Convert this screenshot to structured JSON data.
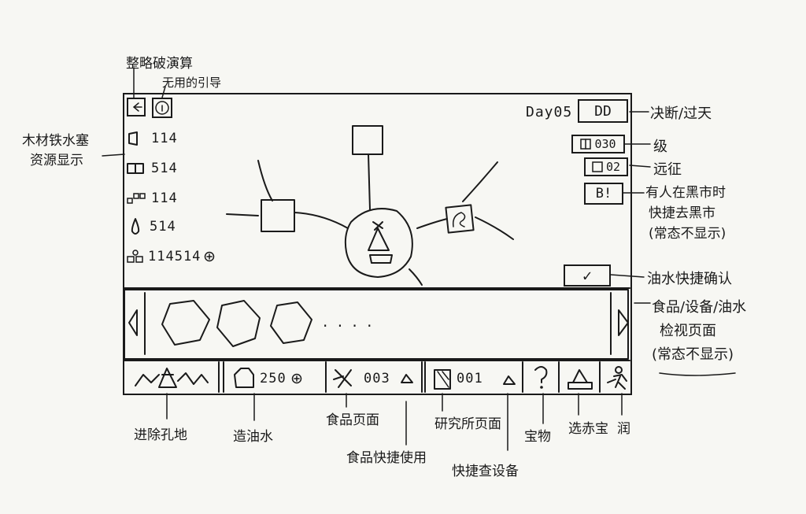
{
  "annotations": {
    "back_top": "整略破演算",
    "guide": "无用的引导",
    "resources": [
      "木材铁水塞",
      "资源显示"
    ],
    "skip_day": "决断/过天",
    "level": "级",
    "expedition": "远征",
    "black_market": [
      "有人在黑市时",
      "快捷去黑市",
      "(常态不显示)"
    ],
    "oil_confirm": "油水快捷确认",
    "panel": [
      "食品/设备/油水",
      "检视页面",
      "(常态不显示)"
    ],
    "map": "进除孔地",
    "make_oil": "造油水",
    "food_page": "食品页面",
    "food_quick": "食品快捷使用",
    "lab_page": "研究所页面",
    "equip_quick": "快捷查设备",
    "treasure": "宝物",
    "build": "选赤宝",
    "run": "润"
  },
  "hud": {
    "day_label": "Day05",
    "skip_button": "DD",
    "level_value": "030",
    "expedition_value": "02",
    "black_market_button": "B!",
    "confirm_check": "✓"
  },
  "resources": [
    {
      "icon": "wood-icon",
      "value": "114"
    },
    {
      "icon": "iron-icon",
      "value": "514"
    },
    {
      "icon": "stone-icon",
      "value": "114"
    },
    {
      "icon": "water-icon",
      "value": "514"
    },
    {
      "icon": "people-icon",
      "value": "114514"
    }
  ],
  "bottom_bar": {
    "oil_value": "250",
    "food_value": "003",
    "lab_value": "001",
    "ellipsis": "· · · ·"
  }
}
